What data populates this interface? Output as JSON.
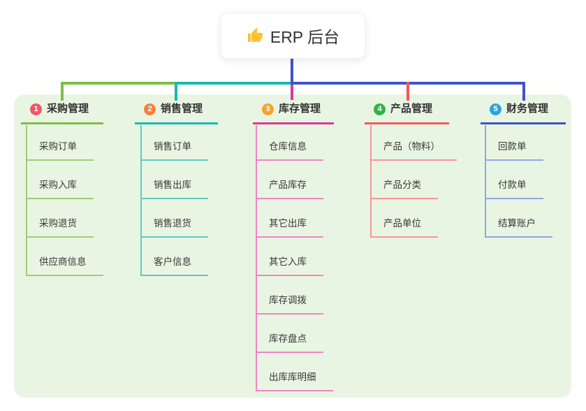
{
  "root": {
    "label": "ERP 后台",
    "icon": "thumbs-up-icon"
  },
  "branches": [
    {
      "index": "1",
      "label": "采购管理",
      "color": "#7cbe46",
      "light_color": "#9fcc78",
      "badge_color": "#f2566b",
      "items": [
        "采购订单",
        "采购入库",
        "采购退货",
        "供应商信息"
      ]
    },
    {
      "index": "2",
      "label": "销售管理",
      "color": "#19b9b1",
      "light_color": "#5fcac3",
      "badge_color": "#f5813f",
      "items": [
        "销售订单",
        "销售出库",
        "销售退货",
        "客户信息"
      ]
    },
    {
      "index": "3",
      "label": "库存管理",
      "color": "#d9399a",
      "light_color": "#ee86c2",
      "badge_color": "#f8a428",
      "items": [
        "仓库信息",
        "产品库存",
        "其它出库",
        "其它入库",
        "库存调拨",
        "库存盘点",
        "出库库明细"
      ]
    },
    {
      "index": "4",
      "label": "产品管理",
      "color": "#f4575c",
      "light_color": "#f5969a",
      "badge_color": "#33b348",
      "items": [
        "产品（物料）",
        "产品分类",
        "产品单位"
      ]
    },
    {
      "index": "5",
      "label": "财务管理",
      "color": "#4053c6",
      "light_color": "#8fa6e3",
      "badge_color": "#2aa5df",
      "items": [
        "回款单",
        "付款单",
        "结算账户"
      ]
    }
  ],
  "colors": {
    "page_bg": "#ffffff",
    "panel_bg": "#e9f5e3",
    "root_connector": "#4053c6",
    "text": "#333333",
    "thumb_icon": "#fdc234"
  }
}
